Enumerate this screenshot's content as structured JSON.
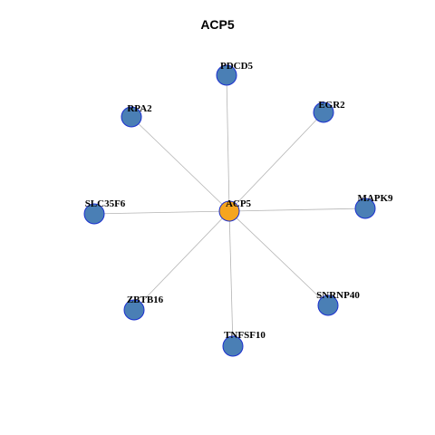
{
  "graph": {
    "title": "ACP5",
    "center": {
      "id": "ACP5",
      "label": "ACP5",
      "color": "#f5a51f"
    },
    "neighbor_color": "#4a7fb5",
    "neighbors": [
      {
        "id": "PDCD5",
        "label": "PDCD5"
      },
      {
        "id": "EGR2",
        "label": "EGR2"
      },
      {
        "id": "MAPK9",
        "label": "MAPK9"
      },
      {
        "id": "SNRNP40",
        "label": "SNRNP40"
      },
      {
        "id": "TNFSF10",
        "label": "TNFSF10"
      },
      {
        "id": "ZBTB16",
        "label": "ZBTB16"
      },
      {
        "id": "SLC35F6",
        "label": "SLC35F6"
      },
      {
        "id": "RPA2",
        "label": "RPA2"
      }
    ]
  }
}
